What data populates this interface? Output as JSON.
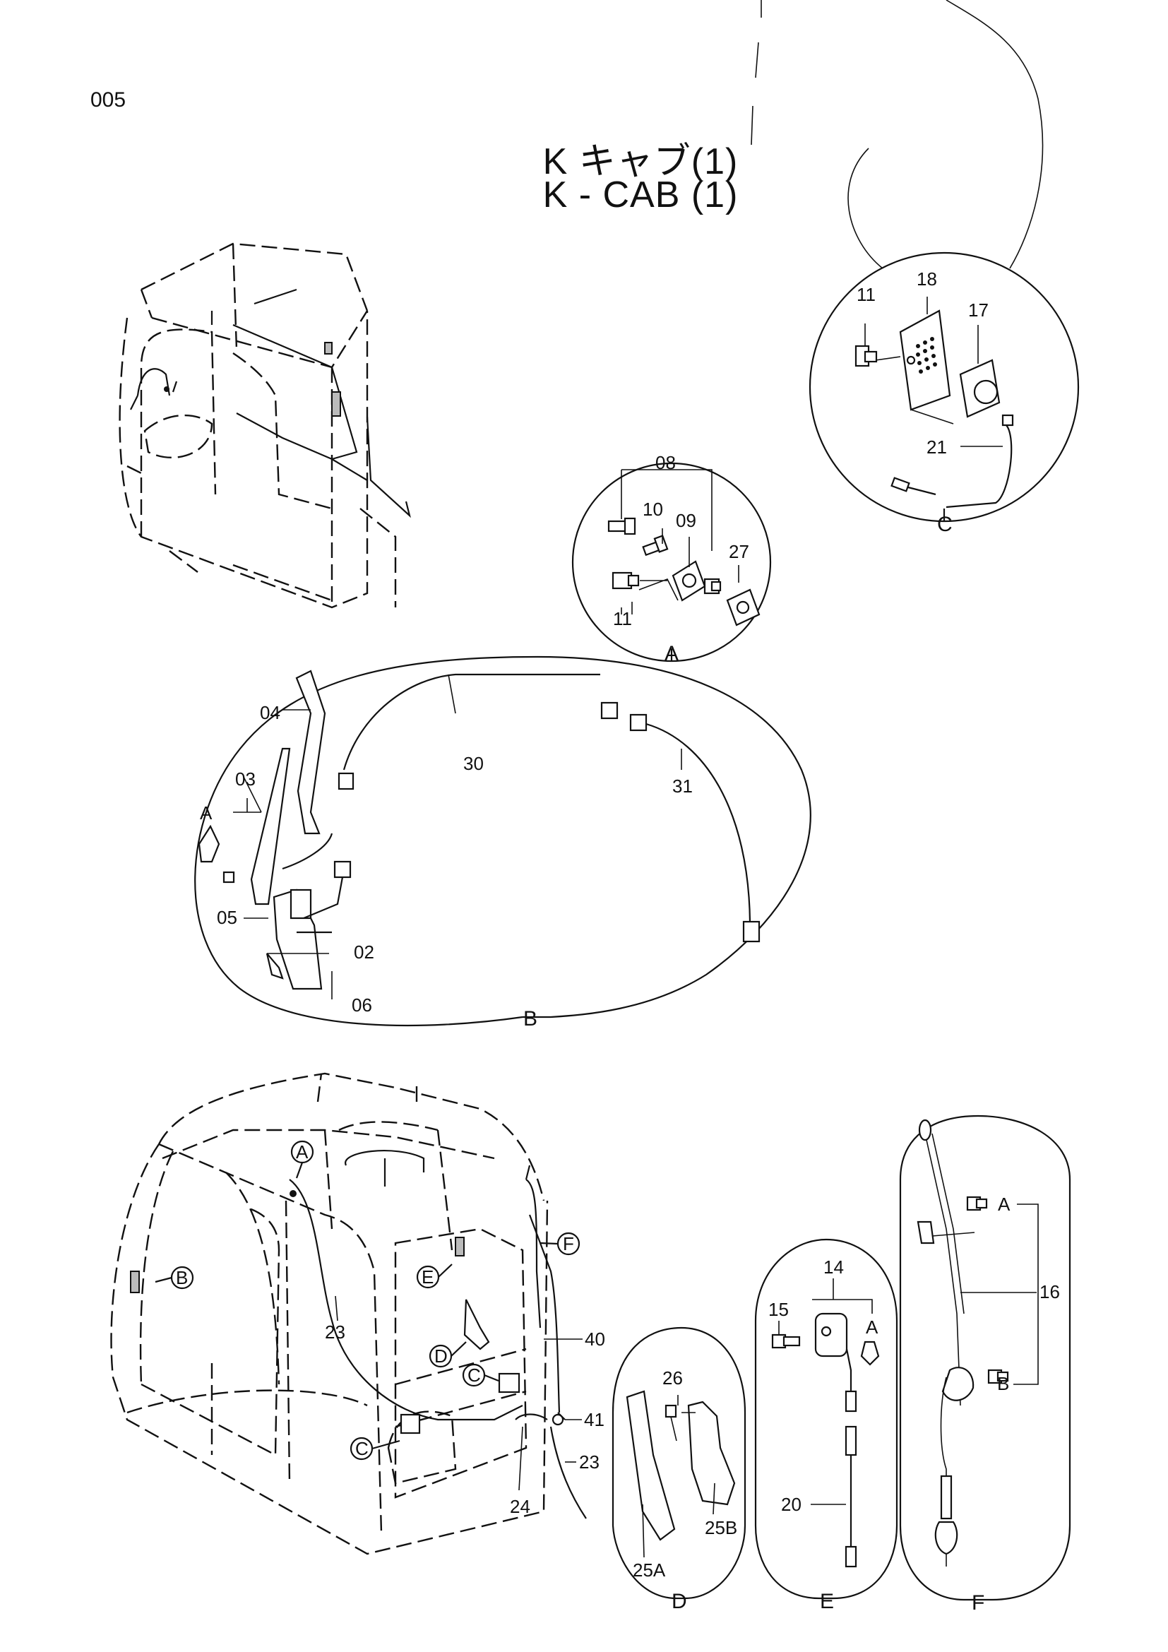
{
  "page_code": "005",
  "title": {
    "jp": "K キャブ(1)",
    "en": "K - CAB (1)"
  },
  "detail_letters": {
    "a": "A",
    "b": "B",
    "c": "C",
    "d": "D",
    "e": "E",
    "f": "F"
  },
  "callouts": {
    "c02": "02",
    "c03": "03",
    "c04": "04",
    "c05": "05",
    "c06": "06",
    "c08": "08",
    "c09": "09",
    "c10": "10",
    "c11a": "11",
    "c11c": "11",
    "c14": "14",
    "c15": "15",
    "c16": "16",
    "c17": "17",
    "c18": "18",
    "c20": "20",
    "c21": "21",
    "c23a": "23",
    "c23b": "23",
    "c24": "24",
    "c25a": "25A",
    "c25b": "25B",
    "c26": "26",
    "c27": "27",
    "c30": "30",
    "c31": "31",
    "c40": "40",
    "c41": "41",
    "subA_b": "A",
    "subA_e": "A",
    "subA_f": "A",
    "subB_f": "B"
  }
}
